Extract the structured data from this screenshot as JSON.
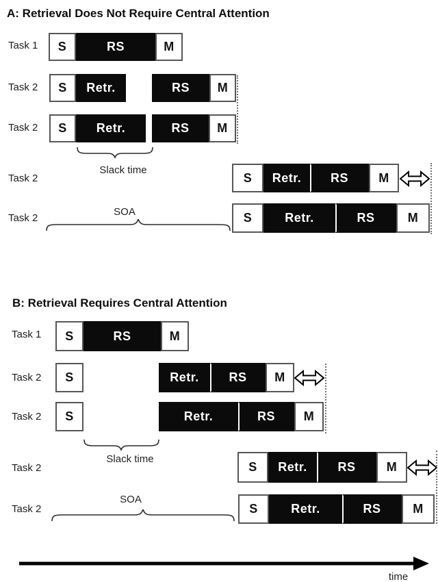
{
  "colors": {
    "stage_fill_black": "#0b0b0b",
    "stage_fill_white": "#ffffff",
    "box_border_gray": "#565656",
    "text_black": "#111111"
  },
  "panelA": {
    "title": "A: Retrieval Does Not Require Central Attention",
    "slack_label": "Slack time",
    "soa_label": "SOA",
    "row1": {
      "label": "Task 1",
      "s": "S",
      "rs": "RS",
      "m": "M"
    },
    "row2": {
      "label": "Task 2",
      "s": "S",
      "retr": "Retr.",
      "rs": "RS",
      "m": "M"
    },
    "row3": {
      "label": "Task 2",
      "s": "S",
      "retr": "Retr.",
      "rs": "RS",
      "m": "M"
    },
    "row4": {
      "label": "Task 2",
      "s": "S",
      "retr": "Retr.",
      "rs": "RS",
      "m": "M"
    },
    "row5": {
      "label": "Task 2",
      "s": "S",
      "retr": "Retr.",
      "rs": "RS",
      "m": "M"
    }
  },
  "panelB": {
    "title": "B: Retrieval Requires Central Attention",
    "slack_label": "Slack time",
    "soa_label": "SOA",
    "row1": {
      "label": "Task 1",
      "s": "S",
      "rs": "RS",
      "m": "M"
    },
    "row2": {
      "label": "Task 2",
      "s": "S",
      "retr": "Retr.",
      "rs": "RS",
      "m": "M"
    },
    "row3": {
      "label": "Task 2",
      "s": "S",
      "retr": "Retr.",
      "rs": "RS",
      "m": "M"
    },
    "row4": {
      "label": "Task 2",
      "s": "S",
      "retr": "Retr.",
      "rs": "RS",
      "m": "M"
    },
    "row5": {
      "label": "Task 2",
      "s": "S",
      "retr": "Retr.",
      "rs": "RS",
      "m": "M"
    }
  },
  "time_axis": {
    "label": "time"
  }
}
